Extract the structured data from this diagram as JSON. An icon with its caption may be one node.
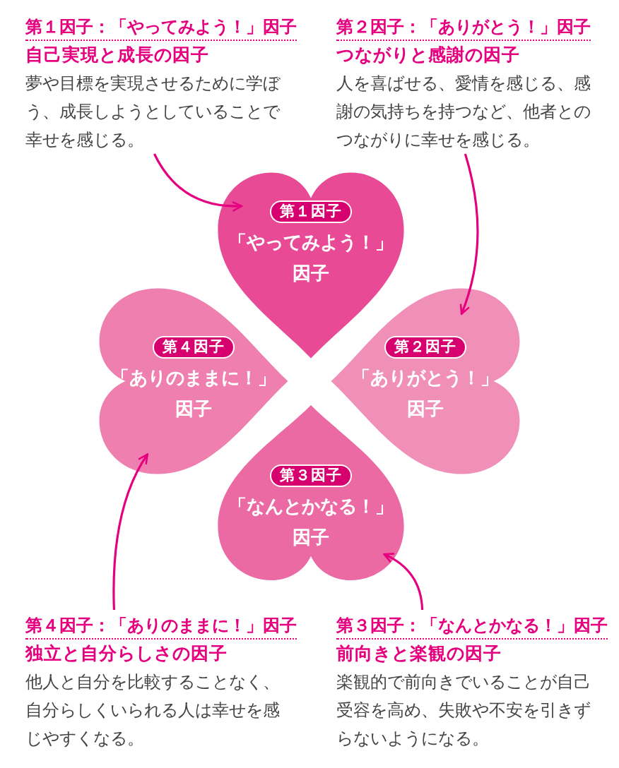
{
  "diagram": {
    "nodes": [
      {
        "text": [
          "第１因子：「やってみよう！」因子",
          "自己実現と成長の因子",
          "夢や目標を実現させるために学ぼう、成長しようとしていることで幸せを感じる。"
        ]
      },
      {
        "text": [
          "第２因子：「ありがとう！」因子",
          "つながりと感謝の因子",
          "人を喜ばせる、愛情を感じる、感謝の気持ちを持つなど、他者とのつながりに幸せを感じる。"
        ]
      },
      {
        "text": [
          "第１因子",
          "「やってみよう！」因子"
        ]
      },
      {
        "text": [
          "第４因子",
          "「ありのままに！」因子"
        ]
      },
      {
        "text": [
          "第２因子",
          "「ありがとう！」因子"
        ]
      },
      {
        "text": [
          "第３因子",
          "「なんとかなる！」因子"
        ]
      },
      {
        "text": [
          "第４因子：「ありのままに！」因子",
          "独立と自分らしさの因子",
          "他人と自分を比較することなく、自分らしくいられる人は幸せを感じやすくなる。"
        ]
      },
      {
        "text": [
          "第３因子：「なんとかなる！」因子",
          "前向きと楽観の因子",
          "楽観的で前向きでいることが自己受容を高め、失敗や不安を引きずらないようになる。"
        ]
      }
    ],
    "edges": [
      {
        "from": 0,
        "to": 2,
        "arrow": "to"
      },
      {
        "from": 1,
        "to": 4,
        "arrow": "to"
      },
      {
        "from": 6,
        "to": 3,
        "arrow": "to"
      },
      {
        "from": 7,
        "to": 5,
        "arrow": "to"
      }
    ]
  }
}
